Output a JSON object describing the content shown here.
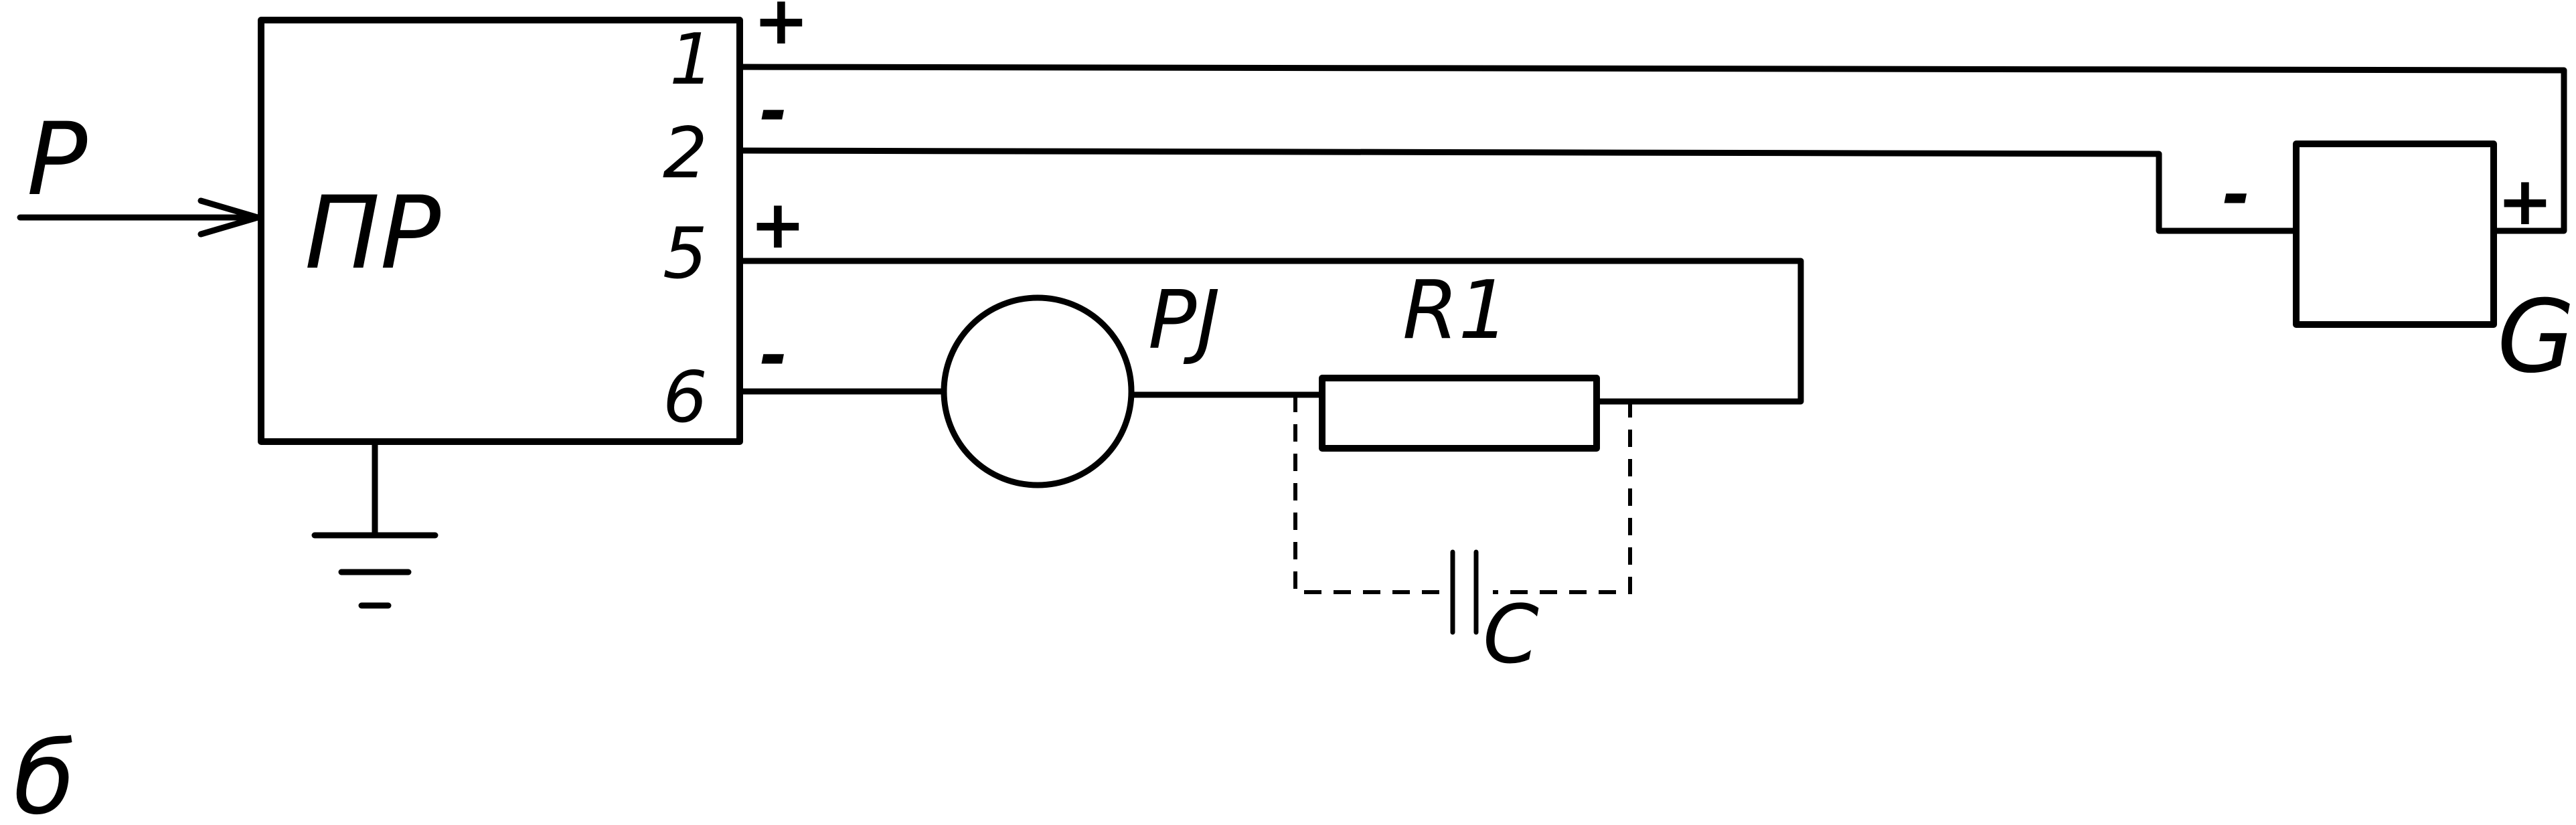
{
  "labels": {
    "input_signal": "P",
    "converter": "ПР",
    "meter": "PJ",
    "resistor": "R1",
    "capacitor": "C",
    "source": "G",
    "figure": "б"
  },
  "terminals": {
    "t1": {
      "number": "1",
      "polarity": "+"
    },
    "t2": {
      "number": "2",
      "polarity": "-"
    },
    "t5": {
      "number": "5",
      "polarity": "+"
    },
    "t6": {
      "number": "6",
      "polarity": "-"
    }
  },
  "source_terminals": {
    "negative": "-",
    "positive": "+"
  }
}
